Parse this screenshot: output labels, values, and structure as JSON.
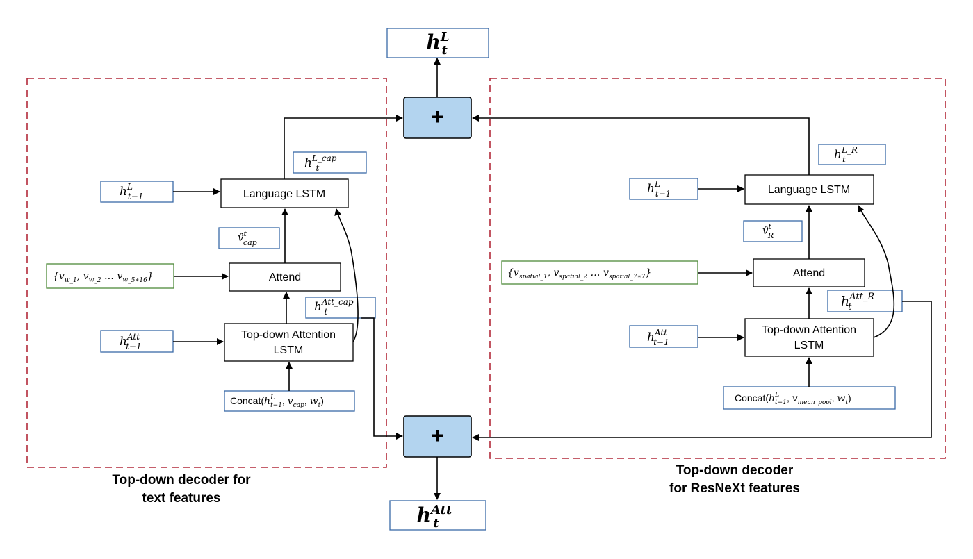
{
  "labels": {
    "output_top": {
      "base": "h",
      "sub": "t",
      "sup": "L"
    },
    "output_bottom": {
      "base": "h",
      "sub": "t",
      "sup": "Att"
    },
    "plus": "+",
    "left": {
      "title_line1": "Top-down decoder for",
      "title_line2": "text features",
      "h_prev_L": {
        "base": "h",
        "sub": "t−1",
        "sup": "L"
      },
      "h_prev_att": {
        "base": "h",
        "sub": "t−1",
        "sup": "Att"
      },
      "h_L_cap": {
        "base": "h",
        "sub": "t",
        "sup": "L_cap"
      },
      "h_att_cap": {
        "base": "h",
        "sub": "t",
        "sup": "Att_cap"
      },
      "v_hat": {
        "base": "v̂",
        "sub": "cap",
        "sup": "t"
      },
      "features": {
        "open": "{",
        "items": [
          {
            "base": "v",
            "sub": "w_1"
          },
          {
            "base": "v",
            "sub": "w_2"
          },
          {
            "base": "v",
            "sub": "w_5∗16"
          }
        ],
        "sep1": ", ",
        "sep2": " … ",
        "close": "}"
      },
      "language_lstm": "Language LSTM",
      "attend": "Attend",
      "topdown_line1": "Top-down Attention",
      "topdown_line2": "LSTM",
      "concat": {
        "prefix": "Concat(",
        "h": {
          "base": "h",
          "sub": "t−1",
          "sup": "L"
        },
        "v": {
          "base": "v",
          "sub": "cap"
        },
        "w": {
          "base": "w",
          "sub": "t"
        },
        "sep": ", ",
        "suffix": ")"
      }
    },
    "right": {
      "title_line1": "Top-down decoder",
      "title_line2": "for ResNeXt  features",
      "h_prev_L": {
        "base": "h",
        "sub": "t−1",
        "sup": "L"
      },
      "h_prev_att": {
        "base": "h",
        "sub": "t−1",
        "sup": "Att"
      },
      "h_L_R": {
        "base": "h",
        "sub": "t",
        "sup": "L_R"
      },
      "h_att_R": {
        "base": "h",
        "sub": "t",
        "sup": "Att_R"
      },
      "v_hat": {
        "base": "v̂",
        "sub": "R",
        "sup": "t"
      },
      "features": {
        "open": "{",
        "items": [
          {
            "base": "v",
            "sub": "spatial_1"
          },
          {
            "base": "v",
            "sub": "spatial_2"
          },
          {
            "base": "v",
            "sub": "spatial_7∗7"
          }
        ],
        "sep1": ", ",
        "sep2": " … ",
        "close": "}"
      },
      "language_lstm": "Language LSTM",
      "attend": "Attend",
      "topdown_line1": "Top-down Attention",
      "topdown_line2": "LSTM",
      "concat": {
        "prefix": "Concat(",
        "h": {
          "base": "h",
          "sub": "t−1",
          "sup": "L"
        },
        "v": {
          "base": "v",
          "sub": "mean_pool"
        },
        "w": {
          "base": "w",
          "sub": "t"
        },
        "sep": ", ",
        "suffix": ")"
      }
    }
  },
  "colors": {
    "dash_border": "#b22a3a",
    "label_border": "#3a6aa8",
    "feature_border": "#4e8a3a",
    "plus_fill": "#b3d4ef",
    "line": "#000000"
  }
}
